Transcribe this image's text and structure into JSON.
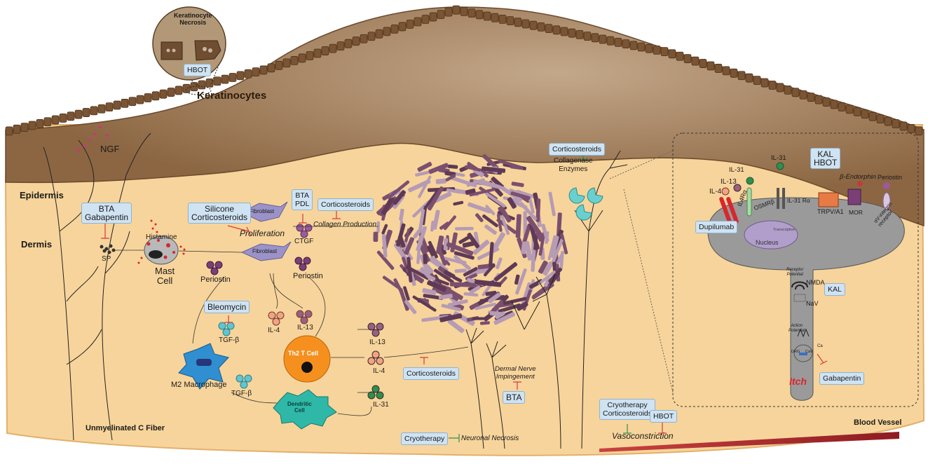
{
  "colors": {
    "epidermis": "#8f6a45",
    "dermis": "#f7d49b",
    "dermis_edge": "#e9bd79",
    "keratinocyte_cell": "#7a5433",
    "scar_purple": "#7b4f6e",
    "scar_light": "#b59bb4",
    "fibroblast": "#9b93c8",
    "periostin": "#7b3f78",
    "il4": "#f3a283",
    "il13": "#9a5f83",
    "il31": "#2f8f4e",
    "tgfb": "#5fc6d0",
    "macrophage": "#2f8fd0",
    "th2": "#f5901f",
    "dendritic": "#2fb8a8",
    "blood_vessel": "#a8282a",
    "drug_box": "#cfe3f3",
    "inhibit": "#d83a3a",
    "neuron": "#9a9a9a"
  },
  "labels": {
    "keratinocytes": "Keratinocytes",
    "epidermis": "Epidermis",
    "dermis": "Dermis",
    "c_fiber": "Unmyelinated C Fiber",
    "blood_vessel": "Blood Vessel",
    "ngf": "NGF",
    "sp": "SP",
    "histamine": "Histamine",
    "mast_cell": "Mast\nCell",
    "fibroblast": "Fibroblast",
    "proliferation": "Proliferation",
    "collagen_production": "Collagen Production",
    "ctgf": "CTGF",
    "periostin": "Periostin",
    "il4": "IL-4",
    "il13": "IL-13",
    "il31": "IL-31",
    "tgfb": "TGF-β",
    "m2_macrophage": "M2 Macrophage",
    "th2": "Th2 T Cell",
    "dendritic": "Dendritic\nCell",
    "collagenase": "Collagenase\nEnzymes",
    "dermal_nerve": "Dermal Nerve\nImpingement",
    "neuronal_necrosis": "Neuronal Necrosis",
    "vasoconstriction": "Vasoconstriction",
    "kerat_necrosis": "Keratinocyte\nNecrosis",
    "itch": "Itch"
  },
  "drugs": {
    "bta_gabapentin": "BTA\nGabapentin",
    "silicone_cortico": "Silicone\nCorticosteroids",
    "bta_pdl": "BTA\nPDL",
    "corticosteroids_1": "Corticosteroids",
    "corticosteroids_2": "Corticosteroids",
    "corticosteroids_3": "Corticosteroids",
    "bleomycin": "Bleomycin",
    "bta": "BTA",
    "cryotherapy": "Cryotherapy",
    "cryo_cortico": "Cryotherapy\nCorticosteroids",
    "hbot_1": "HBOT",
    "hbot_2": "HBOT",
    "kal_hbot": "KAL\nHBOT",
    "dupilumab": "Dupilumab",
    "kal": "KAL",
    "gabapentin": "Gabapentin"
  },
  "neuron_inset": {
    "il4": "IL-4",
    "il13": "IL-13",
    "il31_a": "IL-31",
    "il31_b": "IL-31",
    "il4ra": "IL4Rα",
    "osmrb": "OSMRβ",
    "il31ra": "IL-31 Rα",
    "trpv": "TRPV/A1",
    "b_endorphin": "β-Endorphin",
    "periostin": "Periostin",
    "mor": "MOR",
    "integrin": "αV-integrin\nreceptor",
    "nucleus": "Nucleus",
    "transcription": "Transcription",
    "receptor_potential": "Receptor\nPotential",
    "nmda": "NMDA",
    "nav": "NaV",
    "action_potential": "Action\nPotential",
    "drg": "DRG",
    "cav": "CaV",
    "ca": "Ca"
  }
}
